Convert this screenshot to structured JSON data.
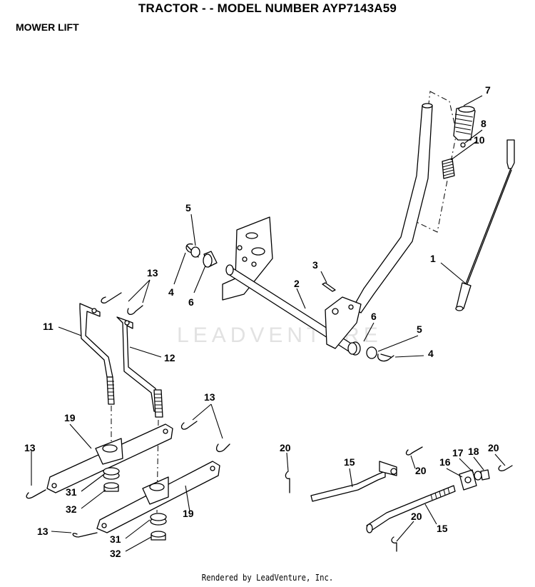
{
  "header": {
    "title": "TRACTOR - - MODEL NUMBER AYP7143A59",
    "subtitle": "MOWER LIFT"
  },
  "watermark": "LEADVENTURE",
  "footer": "Rendered by LeadVenture, Inc.",
  "callouts": {
    "c7": "7",
    "c8": "8",
    "c10": "10",
    "c1": "1",
    "c3": "3",
    "c2": "2",
    "c5a": "5",
    "c4a": "4",
    "c6a": "6",
    "c6b": "6",
    "c5b": "5",
    "c4b": "4",
    "c13a": "13",
    "c11": "11",
    "c12": "12",
    "c13b": "13",
    "c19a": "19",
    "c13c": "13",
    "c31a": "31",
    "c32a": "32",
    "c19b": "19",
    "c13d": "13",
    "c31b": "31",
    "c32b": "32",
    "c20a": "20",
    "c15a": "15",
    "c20b": "20",
    "c16": "16",
    "c17": "17",
    "c18": "18",
    "c20c": "20",
    "c20d": "20",
    "c15b": "15"
  }
}
